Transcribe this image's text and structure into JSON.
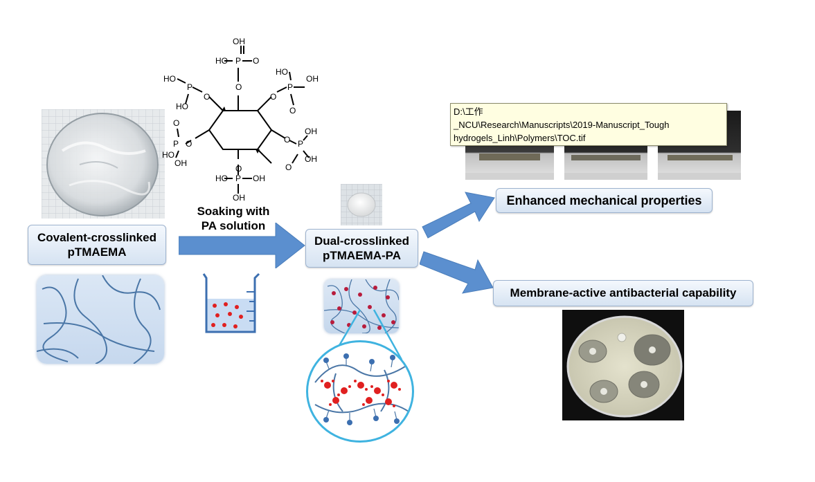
{
  "labels": {
    "covalent_line1": "Covalent-crosslinked",
    "covalent_line2": "pTMAEMA",
    "soaking_line1": "Soaking with",
    "soaking_line2": "PA solution",
    "dual_line1": "Dual-crosslinked",
    "dual_line2": "pTMAEMA-PA",
    "mechanical": "Enhanced mechanical properties",
    "antibacterial": "Membrane-active antibacterial capability"
  },
  "tooltip": {
    "line1": "D:\\工作",
    "line2": "_NCU\\Research\\Manuscripts\\2019-Manuscript_Tough",
    "line3": "hydrogels_Linh\\Polymers\\TOC.tif"
  },
  "chem": {
    "oh": "OH",
    "ho": "HO",
    "p": "P",
    "o": "O"
  },
  "colors": {
    "arrow": "#5b8fcf",
    "box_border": "#9db3cf",
    "network_line": "#4a76a6",
    "pa_red": "#e02020",
    "node_blue": "#3c6fb0",
    "circle_border": "#3fb3e0"
  }
}
